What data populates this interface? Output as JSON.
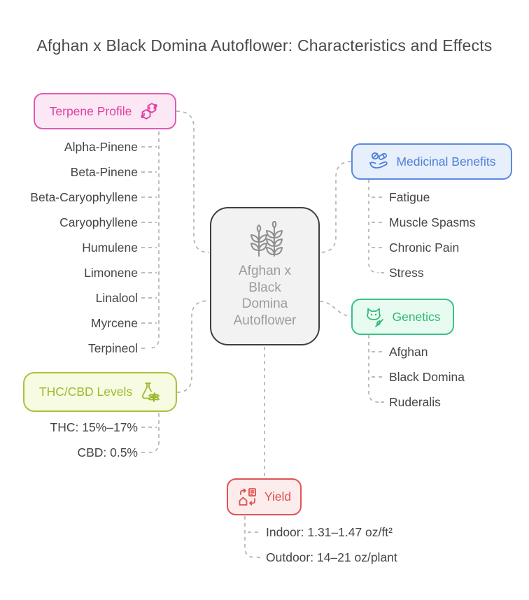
{
  "title": "Afghan x Black Domina Autoflower: Characteristics and Effects",
  "center_node": {
    "label": "Afghan x Black Domina Autoflower",
    "lines": [
      "Afghan x",
      "Black",
      "Domina",
      "Autoflower"
    ],
    "icon": "plant-icon"
  },
  "branches": {
    "terpene": {
      "label": "Terpene Profile",
      "icon": "molecule-icon",
      "items": [
        "Alpha-Pinene",
        "Beta-Pinene",
        "Beta-Caryophyllene",
        "Caryophyllene",
        "Humulene",
        "Limonene",
        "Linalool",
        "Myrcene",
        "Terpineol"
      ]
    },
    "medicinal": {
      "label": "Medicinal Benefits",
      "icon": "hand-pills-icon",
      "items": [
        "Fatigue",
        "Muscle Spasms",
        "Chronic Pain",
        "Stress"
      ]
    },
    "genetics": {
      "label": "Genetics",
      "icon": "cat-leaf-icon",
      "items": [
        "Afghan",
        "Black Domina",
        "Ruderalis"
      ]
    },
    "thc_cbd": {
      "label": "THC/CBD Levels",
      "icon": "flask-leaf-icon",
      "items": [
        "THC: 15%–17%",
        "CBD: 0.5%"
      ]
    },
    "yield": {
      "label": "Yield",
      "icon": "house-cycle-icon",
      "items": [
        "Indoor: 1.31–1.47 oz/ft²",
        "Outdoor: 14–21 oz/plant"
      ]
    }
  },
  "colors": {
    "terpene": "#e05ab4",
    "medicinal": "#5b8ade",
    "genetics": "#3cc184",
    "thc_cbd": "#a6c43c",
    "yield": "#df5454",
    "node_border": "#3f3f3f",
    "node_background": "#f2f2f2",
    "connector": "#b4b4b4"
  }
}
